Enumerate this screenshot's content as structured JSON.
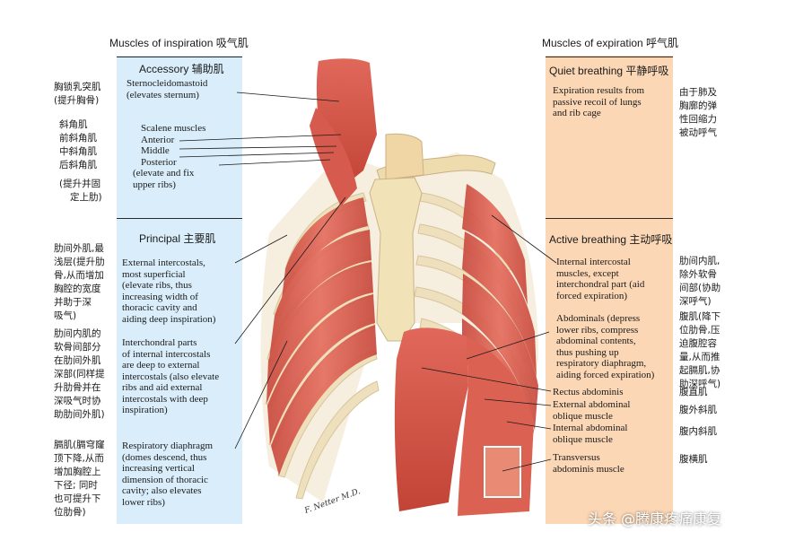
{
  "titles": {
    "inspiration": "Muscles of inspiration 吸气肌",
    "expiration": "Muscles of expiration 呼气肌"
  },
  "left_panel": {
    "accessory_header": "Accessory 辅助肌",
    "sternocleidomastoid": [
      "Sternocleidomastoid",
      "(elevates sternum)"
    ],
    "scalene": [
      "Scalene muscles",
      "Anterior",
      "Middle",
      "Posterior",
      "(elevate and fix",
      "upper ribs)"
    ],
    "principal_header": "Principal 主要肌",
    "external_intercostals": [
      "External intercostals,",
      "most superficial",
      "(elevate ribs, thus",
      "increasing width of",
      "thoracic cavity and",
      "aiding deep inspiration)"
    ],
    "interchondral": [
      "Interchondral parts",
      "of internal intercostals",
      "are deep to external",
      "intercostals (also elevate",
      "ribs and aid external",
      "intercostals with deep",
      "inspiration)"
    ],
    "diaphragm": [
      "Respiratory diaphragm",
      "(domes descend, thus",
      "increasing vertical",
      "dimension of thoracic",
      "cavity; also elevates",
      "lower ribs)"
    ]
  },
  "left_notes": {
    "scm": [
      "胸锁乳突肌",
      "(提升胸骨)"
    ],
    "scalene": [
      "斜角肌",
      "前斜角肌",
      "中斜角肌",
      "后斜角肌",
      "",
      "(提升并固",
      "定上肋)"
    ],
    "external": [
      "肋间外肌,最",
      "浅层(提升肋",
      "骨,从而增加",
      "胸腔的宽度",
      "并助于深",
      "吸气)"
    ],
    "internal": [
      "肋间内肌的",
      "软骨间部分",
      "在肋间外肌",
      "深部(同样提",
      "升肋骨并在",
      "深吸气时协",
      "助肋间外肌)"
    ],
    "diaphragm": [
      "膈肌(膈穹窿",
      "顶下降,从而",
      "增加胸腔上",
      "下径; 同时",
      "也可提升下",
      "位肋骨)"
    ]
  },
  "right_panel": {
    "quiet_header": "Quiet breathing 平静呼吸",
    "quiet_text": [
      "Expiration results from",
      "passive recoil of lungs",
      "and rib cage"
    ],
    "active_header": "Active breathing 主动呼吸",
    "internal_intercostal": [
      "Internal intercostal",
      "muscles, except",
      "interchondral part (aid",
      "forced expiration)"
    ],
    "abdominals": [
      "Abdominals (depress",
      "lower ribs, compress",
      "abdominal contents,",
      "thus pushing up",
      "respiratory diaphragm,",
      "aiding forced expiration)"
    ],
    "rectus": "Rectus abdominis",
    "ext_oblique": [
      "External abdominal",
      "oblique muscle"
    ],
    "int_oblique": [
      "Internal abdominal",
      "oblique muscle"
    ],
    "transversus": [
      "Transversus",
      "abdominis muscle"
    ]
  },
  "right_notes": {
    "quiet": [
      "由于肺及",
      "胸廓的弹",
      "性回缩力",
      "被动呼气"
    ],
    "internal": [
      "肋间内肌,",
      "除外软骨",
      "间部(协助",
      "深呼气)"
    ],
    "abdominals": [
      "腹肌(降下",
      "位肋骨,压",
      "迫腹腔容",
      "量,从而推",
      "起膈肌,协",
      "助深呼气)"
    ],
    "rectus": "腹直肌",
    "ext_oblique": "腹外斜肌",
    "int_oblique": "腹内斜肌",
    "transversus": "腹横肌"
  },
  "signature": "F. Netter M.D.",
  "watermark": "头条 @腾康疼痛康复",
  "colors": {
    "blue_panel": "#d9eefa",
    "orange_panel": "#fbd7b5",
    "muscle": "#d9574a",
    "rib": "#efe2c2"
  }
}
